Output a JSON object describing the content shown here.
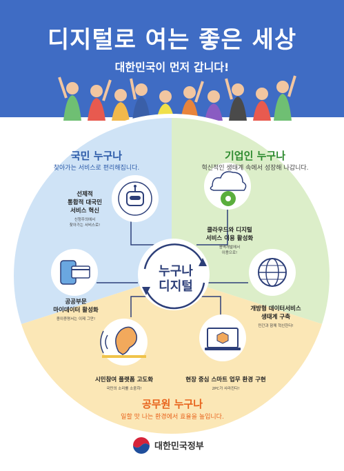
{
  "header": {
    "title": "디지털로 여는 좋은 세상",
    "subtitle": "대한민국이 먼저 갑니다!",
    "background_color": "#3f6cc4"
  },
  "center": {
    "line1": "누구나",
    "line2": "디지털"
  },
  "sections": [
    {
      "title": "국민 누구나",
      "description": "찾아가는 서비스로 편리해집니다.",
      "color": "#2b5aa8",
      "background": "#cfe3f6",
      "items": [
        {
          "title_lines": [
            "선제적",
            "통합적 대국민",
            "서비스 혁신"
          ],
          "sub_lines": [
            "신청주의에서",
            "찾아가는 서비스로!"
          ],
          "icon": "robot-icon"
        },
        {
          "title_lines": [
            "공공부문",
            "마이데이터 활성화"
          ],
          "sub_lines": [
            "종이증명서는 이제 그만!"
          ],
          "icon": "credit-card-icon"
        }
      ]
    },
    {
      "title": "기업인 누구나",
      "description": "혁신적인 생태계 속에서 성장해 나갑니다.",
      "color": "#2d8a2f",
      "background": "#dceec9",
      "items": [
        {
          "title_lines": [
            "클라우드와 디지털",
            "서비스 이용 활성화"
          ],
          "sub_lines": [
            "용역개발에서",
            "이용으로!"
          ],
          "icon": "cloud-gear-icon"
        },
        {
          "title_lines": [
            "개방형 데이터서비스",
            "생태계 구축"
          ],
          "sub_lines": [
            "민간과 함께 혁신한다!"
          ],
          "icon": "globe-icon"
        }
      ]
    },
    {
      "title": "공무원 누구나",
      "description": "일할 맛 나는 환경에서 효율을 높입니다.",
      "color": "#e8631c",
      "background": "#fbe7b6",
      "items": [
        {
          "title_lines": [
            "시민참여 플랫폼 고도화"
          ],
          "sub_lines": [
            "국민의 소리를 소중히!"
          ],
          "icon": "ear-icon"
        },
        {
          "title_lines": [
            "현장 중심 스마트 업무 환경 구현"
          ],
          "sub_lines": [
            "2PC가 사라진다!"
          ],
          "icon": "laptop-icon"
        }
      ]
    }
  ],
  "footer": {
    "text": "대한민국정부"
  }
}
